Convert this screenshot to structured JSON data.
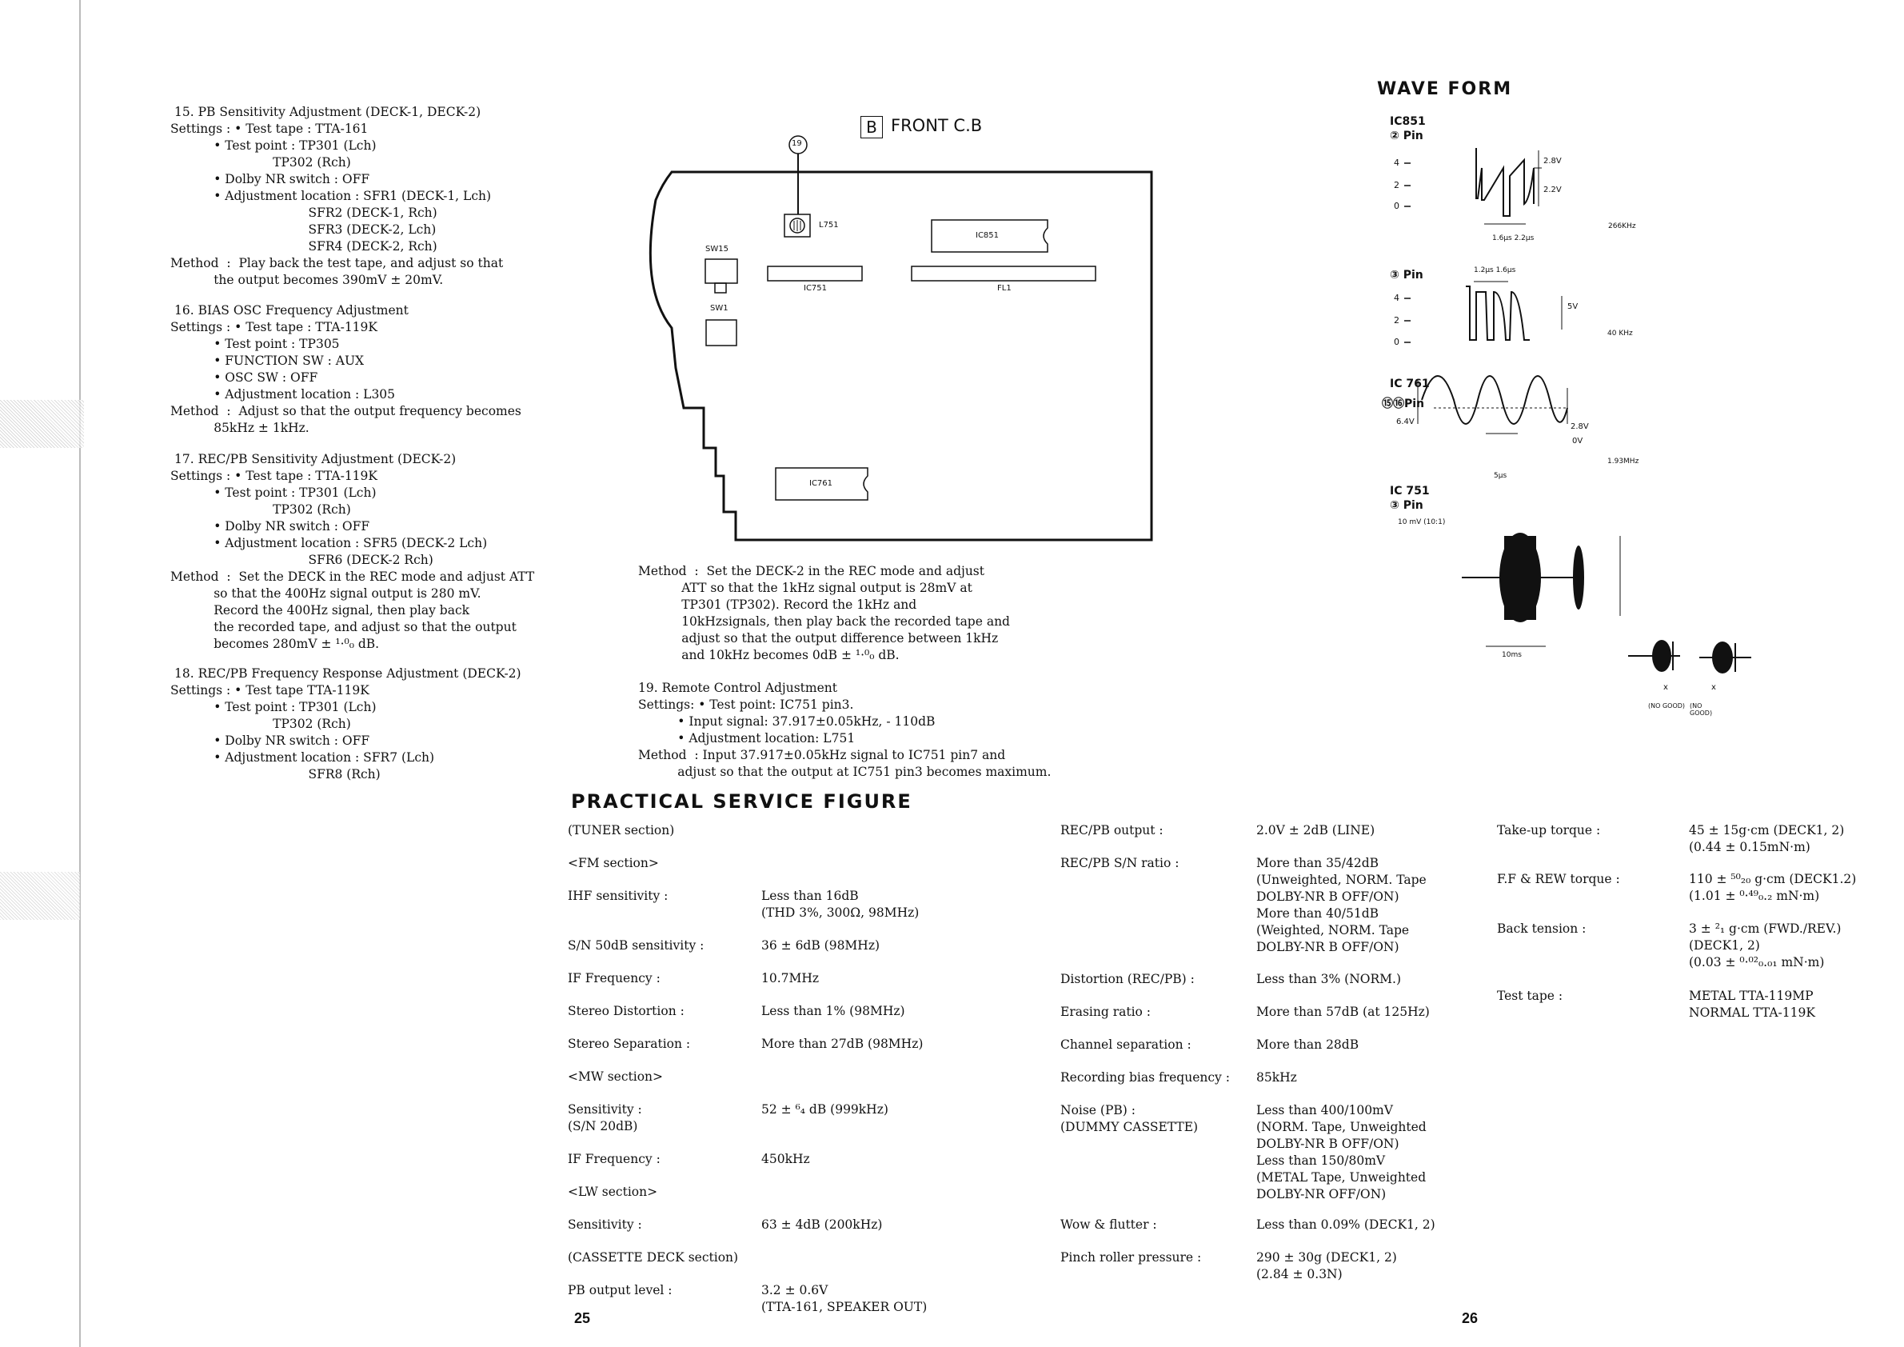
{
  "left_column": {
    "s15": {
      "title": "15. PB Sensitivity Adjustment (DECK-1, DECK-2)",
      "body": "Settings : • Test tape : TTA-161\n           • Test point : TP301 (Lch)\n                          TP302 (Rch)\n           • Dolby NR switch : OFF\n           • Adjustment location : SFR1 (DECK-1, Lch)\n                                   SFR2 (DECK-1, Rch)\n                                   SFR3 (DECK-2, Lch)\n                                   SFR4 (DECK-2, Rch)\nMethod  :  Play back the test tape, and adjust so that\n           the output becomes 390mV ± 20mV."
    },
    "s16": {
      "title": "16. BIAS OSC Frequency Adjustment",
      "body": "Settings : • Test tape : TTA-119K\n           • Test point : TP305\n           • FUNCTION SW : AUX\n           • OSC SW : OFF\n           • Adjustment location : L305\nMethod  :  Adjust so that the output frequency becomes\n           85kHz ± 1kHz."
    },
    "s17": {
      "title": "17. REC/PB Sensitivity Adjustment (DECK-2)",
      "body": "Settings : • Test tape : TTA-119K\n           • Test point : TP301 (Lch)\n                          TP302 (Rch)\n           • Dolby NR switch : OFF\n           • Adjustment location : SFR5 (DECK-2 Lch)\n                                   SFR6 (DECK-2 Rch)\nMethod  :  Set the DECK in the REC mode and adjust ATT\n           so that the 400Hz signal output is 280 mV.\n           Record the 400Hz signal, then play back\n           the recorded tape, and adjust so that the output\n           becomes 280mV ± ¹·⁰₀ dB."
    },
    "s18": {
      "title": "18. REC/PB Frequency Response Adjustment (DECK-2)",
      "body": "Settings : • Test tape TTA-119K\n           • Test point : TP301 (Lch)\n                          TP302 (Rch)\n           • Dolby NR switch : OFF\n           • Adjustment location : SFR7 (Lch)\n                                   SFR8 (Rch)"
    }
  },
  "board": {
    "label_box": "B",
    "label": "FRONT C.B",
    "marker": "19",
    "l751": "L751",
    "ic851": "IC851",
    "sw15": "SW15",
    "sw1": "SW1",
    "ic751": "IC751",
    "fl1": "FL1",
    "ic761": "IC761"
  },
  "middle_column": {
    "method_deck2": "Method  :  Set the DECK-2 in the REC mode and adjust\n           ATT so that the 1kHz signal output is 28mV at\n           TP301 (TP302). Record the 1kHz and\n           10kHzsignals, then play back the recorded tape and\n           adjust so that the output difference between 1kHz\n           and 10kHz becomes 0dB ± ¹·⁰₀ dB.",
    "s19": "19. Remote Control Adjustment\nSettings: • Test point: IC751 pin3.\n          • Input signal: 37.917±0.05kHz, - 110dB\n          • Adjustment location: L751\nMethod  : Input 37.917±0.05kHz signal to IC751 pin7 and\n          adjust so that the output at IC751 pin3 becomes maximum."
  },
  "wave_form": {
    "title": "WAVE FORM",
    "ic851": "IC851",
    "pin2": "② Pin",
    "v28": "2.8V",
    "v22": "2.2V",
    "freq1": "266KHz",
    "t1": "1.6μs  2.2μs",
    "pin3": "③ Pin",
    "t2": "1.2μs 1.6μs",
    "v5": "5V",
    "freq2": "40 KHz",
    "ic761": "IC 761",
    "pin1516": "⑮⑯Pin",
    "v64": "6.4V",
    "v28b": "2.8V",
    "v0": "0V",
    "t3": "5μs",
    "freq3": "1.93MHz",
    "ic751": "IC 751",
    "pin3b": "③ Pin",
    "scale": "10 mV (10:1)",
    "t4": "10ms",
    "x1": "x",
    "x2": "x",
    "nogood1": "(NO GOOD)",
    "nogood2": "(NO GOOD)",
    "l4": "4",
    "l2": "2",
    "l0": "0"
  },
  "psf": {
    "title": "PRACTICAL SERVICE FIGURE",
    "page_left": "25",
    "page_right": "26",
    "col1": [
      {
        "k": "(TUNER section)",
        "v": ""
      },
      {
        "k": "<FM section>",
        "v": ""
      },
      {
        "k": "IHF sensitivity :",
        "v": "Less than 16dB\n(THD 3%, 300Ω, 98MHz)"
      },
      {
        "k": "S/N 50dB sensitivity :",
        "v": "36 ± 6dB (98MHz)"
      },
      {
        "k": "IF Frequency :",
        "v": "10.7MHz"
      },
      {
        "k": "Stereo Distortion :",
        "v": "Less than 1% (98MHz)"
      },
      {
        "k": "Stereo Separation :",
        "v": "More than 27dB (98MHz)"
      },
      {
        "k": "<MW section>",
        "v": ""
      },
      {
        "k": "Sensitivity :\n(S/N 20dB)",
        "v": "52 ± ⁶₄ dB (999kHz)"
      },
      {
        "k": "IF Frequency :",
        "v": "450kHz"
      },
      {
        "k": "<LW section>",
        "v": ""
      },
      {
        "k": "Sensitivity :",
        "v": "63 ± 4dB (200kHz)"
      },
      {
        "k": "(CASSETTE DECK section)",
        "v": ""
      },
      {
        "k": "PB output level :",
        "v": "3.2 ± 0.6V\n(TTA-161, SPEAKER OUT)"
      }
    ],
    "col2": [
      {
        "k": "REC/PB output :",
        "v": "2.0V ± 2dB (LINE)"
      },
      {
        "k": "REC/PB S/N ratio :",
        "v": "More than 35/42dB\n(Unweighted, NORM. Tape\nDOLBY-NR B OFF/ON)\nMore than 40/51dB\n(Weighted, NORM. Tape\nDOLBY-NR B OFF/ON)"
      },
      {
        "k": "Distortion (REC/PB) :",
        "v": "Less than 3% (NORM.)"
      },
      {
        "k": "Erasing ratio :",
        "v": "More than 57dB (at 125Hz)"
      },
      {
        "k": "Channel separation :",
        "v": "More than 28dB"
      },
      {
        "k": "Recording bias frequency :",
        "v": "85kHz"
      },
      {
        "k": "Noise (PB) :\n(DUMMY CASSETTE)",
        "v": "Less than 400/100mV\n(NORM. Tape, Unweighted\nDOLBY-NR B OFF/ON)\nLess than 150/80mV\n(METAL Tape, Unweighted\nDOLBY-NR OFF/ON)"
      },
      {
        "k": "Wow & flutter :",
        "v": "Less than 0.09% (DECK1, 2)"
      },
      {
        "k": "Pinch roller pressure :",
        "v": "290 ± 30g (DECK1, 2)\n(2.84 ± 0.3N)"
      }
    ],
    "col3": [
      {
        "k": "Take-up torque :",
        "v": "45 ± 15g·cm (DECK1, 2)\n(0.44 ± 0.15mN·m)"
      },
      {
        "k": "F.F & REW torque :",
        "v": "110 ± ⁵⁰₂₀ g·cm (DECK1.2)\n(1.01 ± ⁰·⁴⁹₀.₂ mN·m)"
      },
      {
        "k": "Back tension :",
        "v": "3 ± ²₁ g·cm (FWD./REV.)\n(DECK1, 2)\n(0.03 ± ⁰·⁰²₀.₀₁ mN·m)"
      },
      {
        "k": "Test tape :",
        "v": "METAL TTA-119MP\nNORMAL TTA-119K"
      }
    ]
  }
}
